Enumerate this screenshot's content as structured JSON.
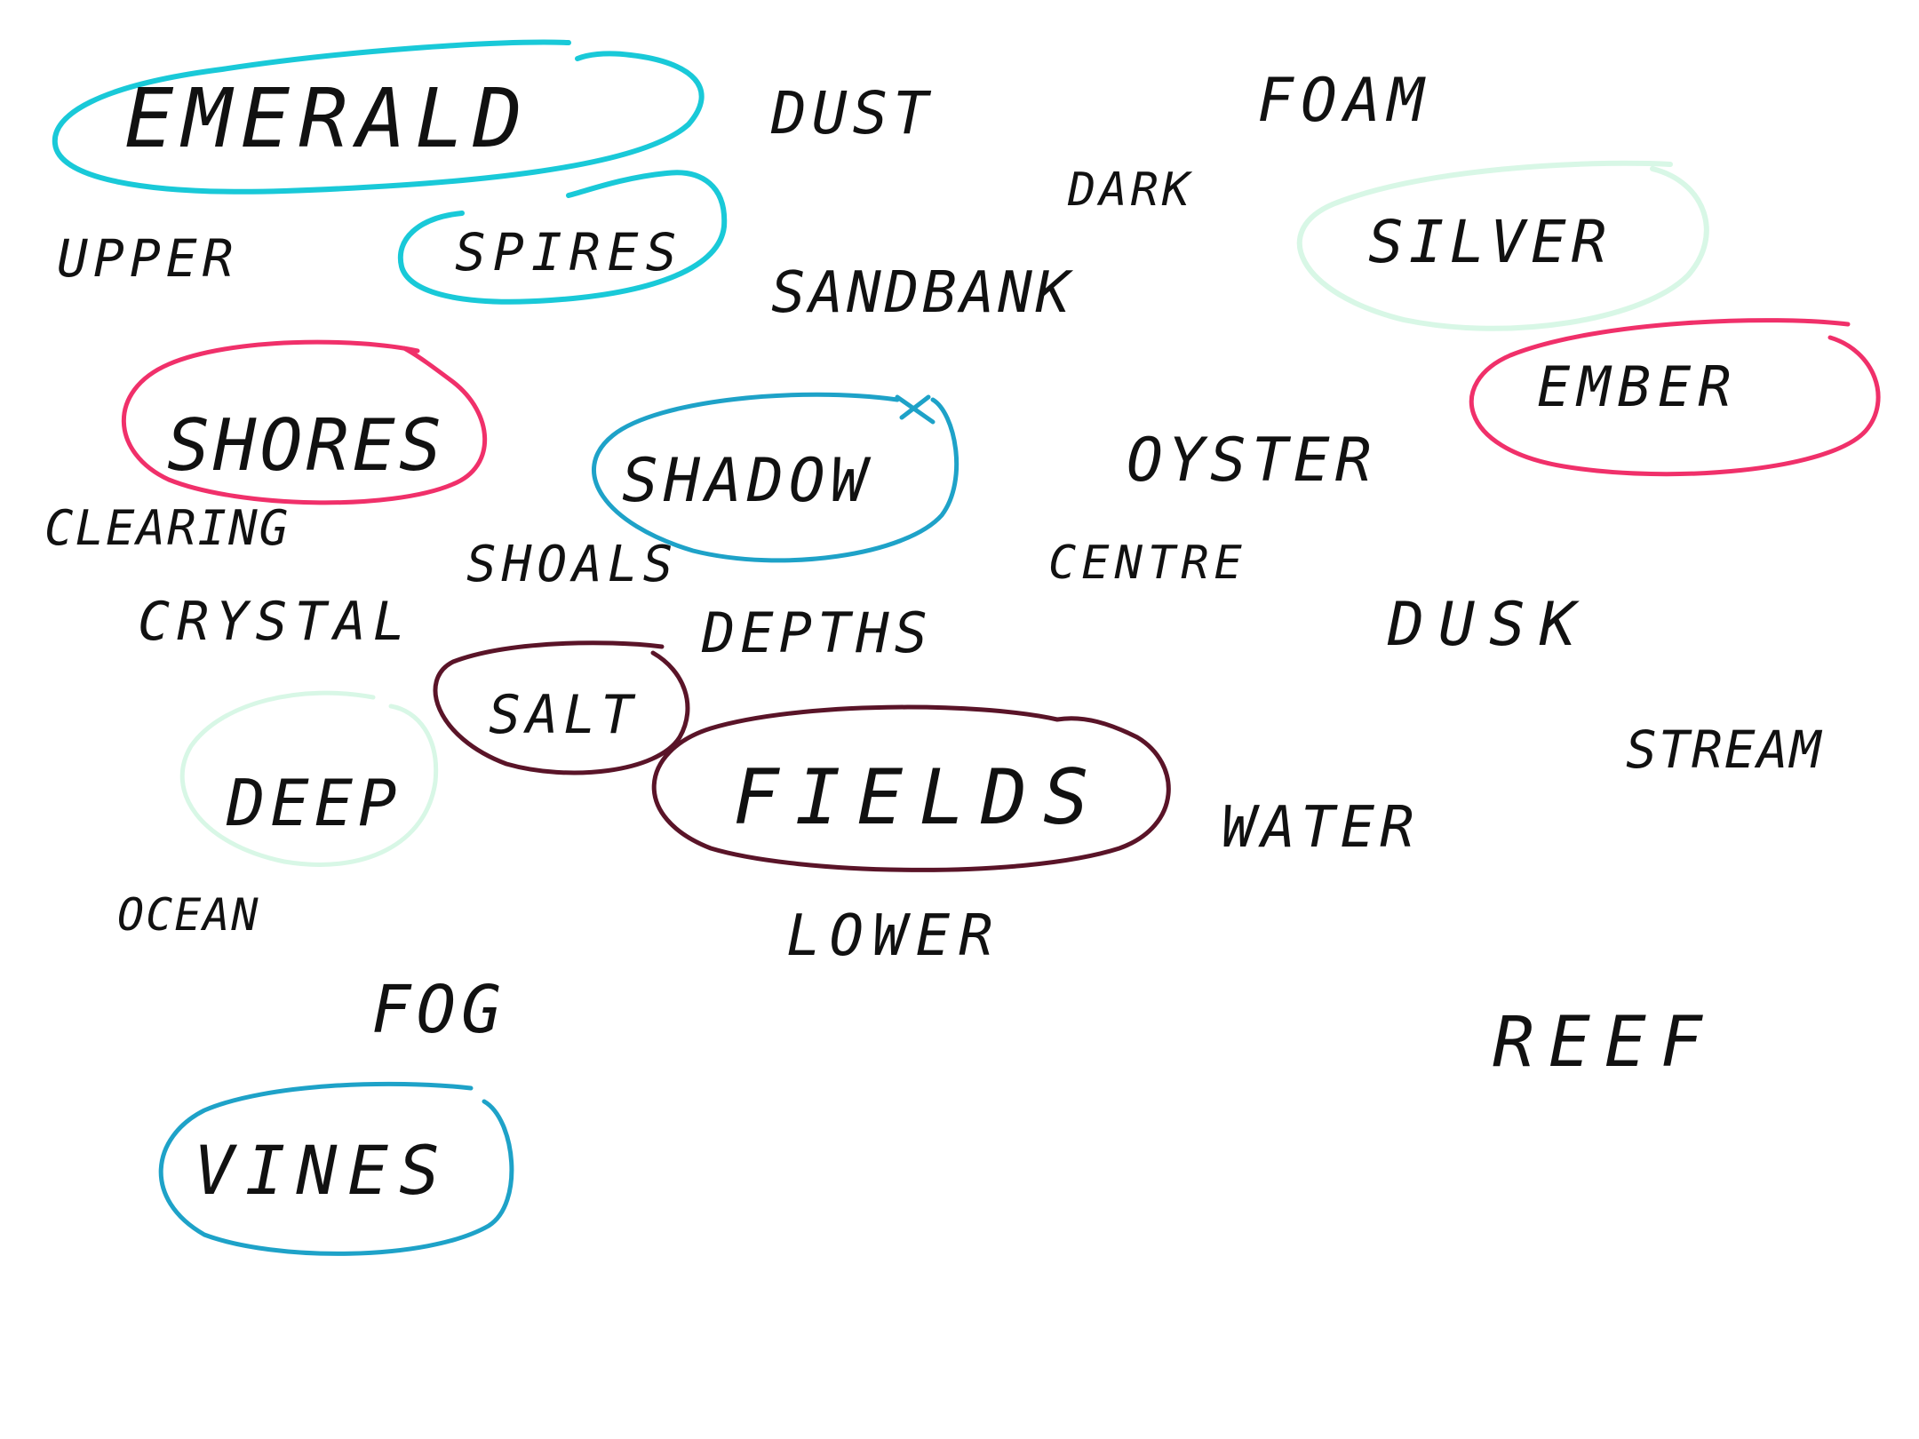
{
  "words": {
    "emerald": "EMERALD",
    "dust": "DUST",
    "foam": "FOAM",
    "dark": "DARK",
    "upper": "UPPER",
    "spires": "SPIRES",
    "sandbank": "SANDBANK",
    "silver": "SILVER",
    "ember": "EMBER",
    "shores": "SHORES",
    "shadow": "SHADOW",
    "oyster": "OYSTER",
    "clearing": "CLEARING",
    "shoals": "SHOALS",
    "centre": "CENTRE",
    "crystal": "CRYSTAL",
    "depths": "DEPTHS",
    "dusk": "DUSK",
    "salt": "SALT",
    "stream": "STREAM",
    "deep": "DEEP",
    "fields": "FIELDS",
    "water": "WATER",
    "ocean": "OCEAN",
    "lower": "LOWER",
    "fog": "FOG",
    "reef": "REEF",
    "vines": "VINES"
  },
  "circled": [
    "EMERALD",
    "SPIRES",
    "SILVER",
    "EMBER",
    "SHORES",
    "SHADOW",
    "SALT",
    "DEEP",
    "FIELDS",
    "VINES"
  ],
  "colors": {
    "ink": "#111111",
    "cyan": "#19c9d8",
    "blue": "#1ea2c8",
    "pink": "#f0306a",
    "mint": "#d8f7e6",
    "maroon": "#5a1428"
  }
}
